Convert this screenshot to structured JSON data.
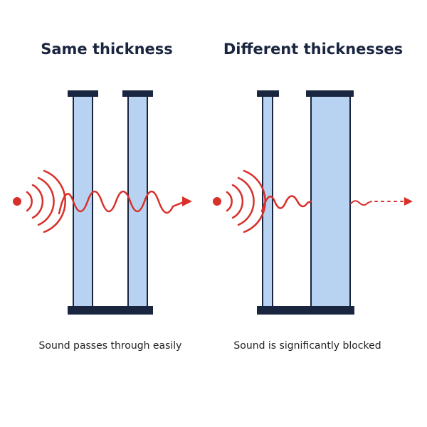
{
  "panels": {
    "left": {
      "title": "Same thickness",
      "caption": "Sound passes through easily"
    },
    "right": {
      "title": "Different thicknesses",
      "caption": "Sound is significantly blocked"
    }
  },
  "colors": {
    "title": "#1a2540",
    "frame": "#1a2540",
    "pane_fill": "#b8d3f1",
    "pane_stroke": "#1a2540",
    "wave": "#d8302a",
    "caption": "#222222",
    "background": "#ffffff"
  },
  "icons": {
    "source": "sound-source-icon",
    "arrow": "arrow-right-icon"
  }
}
